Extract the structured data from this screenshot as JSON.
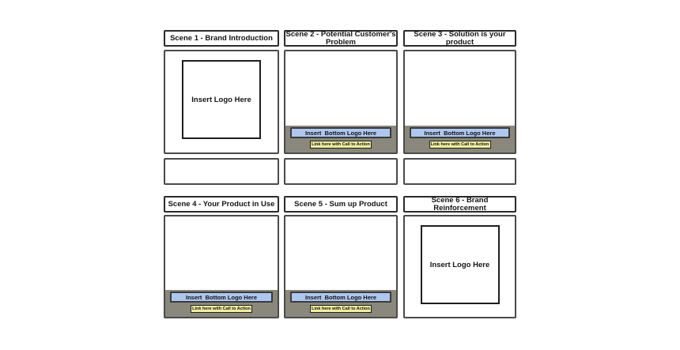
{
  "colors": {
    "strip_gray": "#8a887c",
    "logo_bar_blue": "#aec7f0",
    "cta_yellow": "#f1ef9e"
  },
  "scenes": [
    {
      "title": "Scene 1 - Brand Introduction",
      "type": "logo",
      "logo_label": "Insert Logo Here"
    },
    {
      "title": "Scene 2 - Potential Customer's\nProblem",
      "type": "bottom_logo",
      "bottom_logo_label": "Insert  Bottom Logo Here",
      "cta_label": "Link here with Call to Action"
    },
    {
      "title": "Scene 3 - Solution is your product",
      "type": "bottom_logo",
      "bottom_logo_label": "Insert  Bottom Logo Here",
      "cta_label": "Link here with Call to Action"
    },
    {
      "title": "Scene 4 - Your Product in Use",
      "type": "bottom_logo",
      "bottom_logo_label": "Insert  Bottom Logo Here",
      "cta_label": "Link here with Call to Action"
    },
    {
      "title": "Scene 5 - Sum up Product",
      "type": "bottom_logo",
      "bottom_logo_label": "Insert  Bottom Logo Here",
      "cta_label": "Link here with Call to Action"
    },
    {
      "title": "Scene 6 - Brand Reinforcement",
      "type": "logo",
      "logo_label": "Insert Logo Here"
    }
  ]
}
